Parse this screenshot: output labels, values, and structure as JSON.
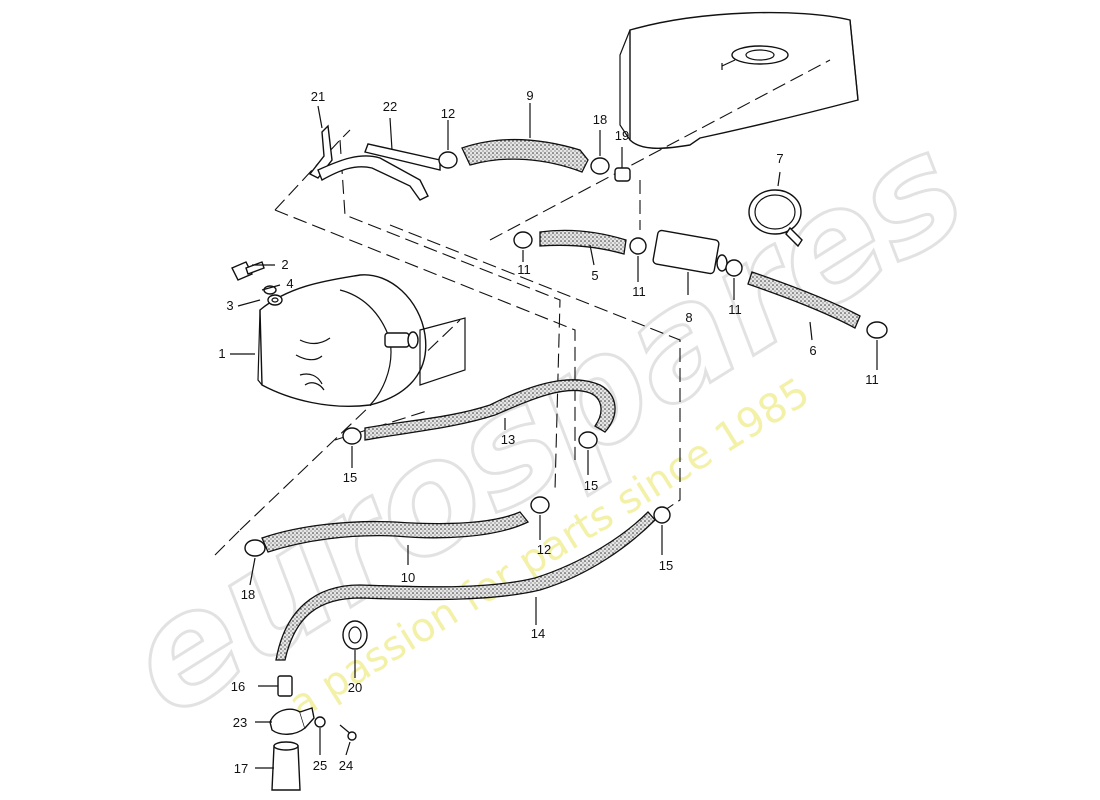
{
  "watermark": {
    "brand": "eurospares",
    "tagline": "a passion for parts since 1985"
  },
  "callouts": {
    "c1": "1",
    "c2": "2",
    "c3": "3",
    "c4": "4",
    "c5": "5",
    "c6": "6",
    "c7": "7",
    "c8": "8",
    "c9": "9",
    "c10": "10",
    "c11a": "11",
    "c11b": "11",
    "c11c": "11",
    "c11d": "11",
    "c12a": "12",
    "c12b": "12",
    "c13": "13",
    "c14": "14",
    "c15a": "15",
    "c15b": "15",
    "c15c": "15",
    "c16": "16",
    "c17": "17",
    "c18a": "18",
    "c18b": "18",
    "c19": "19",
    "c20": "20",
    "c21": "21",
    "c22": "22",
    "c23": "23",
    "c24": "24",
    "c25": "25"
  },
  "colors": {
    "ink": "#111111",
    "hose_fill": "#d9d9d9",
    "watermark_grey": "#e2e2e2",
    "watermark_yellow": "#f3f1a8"
  }
}
